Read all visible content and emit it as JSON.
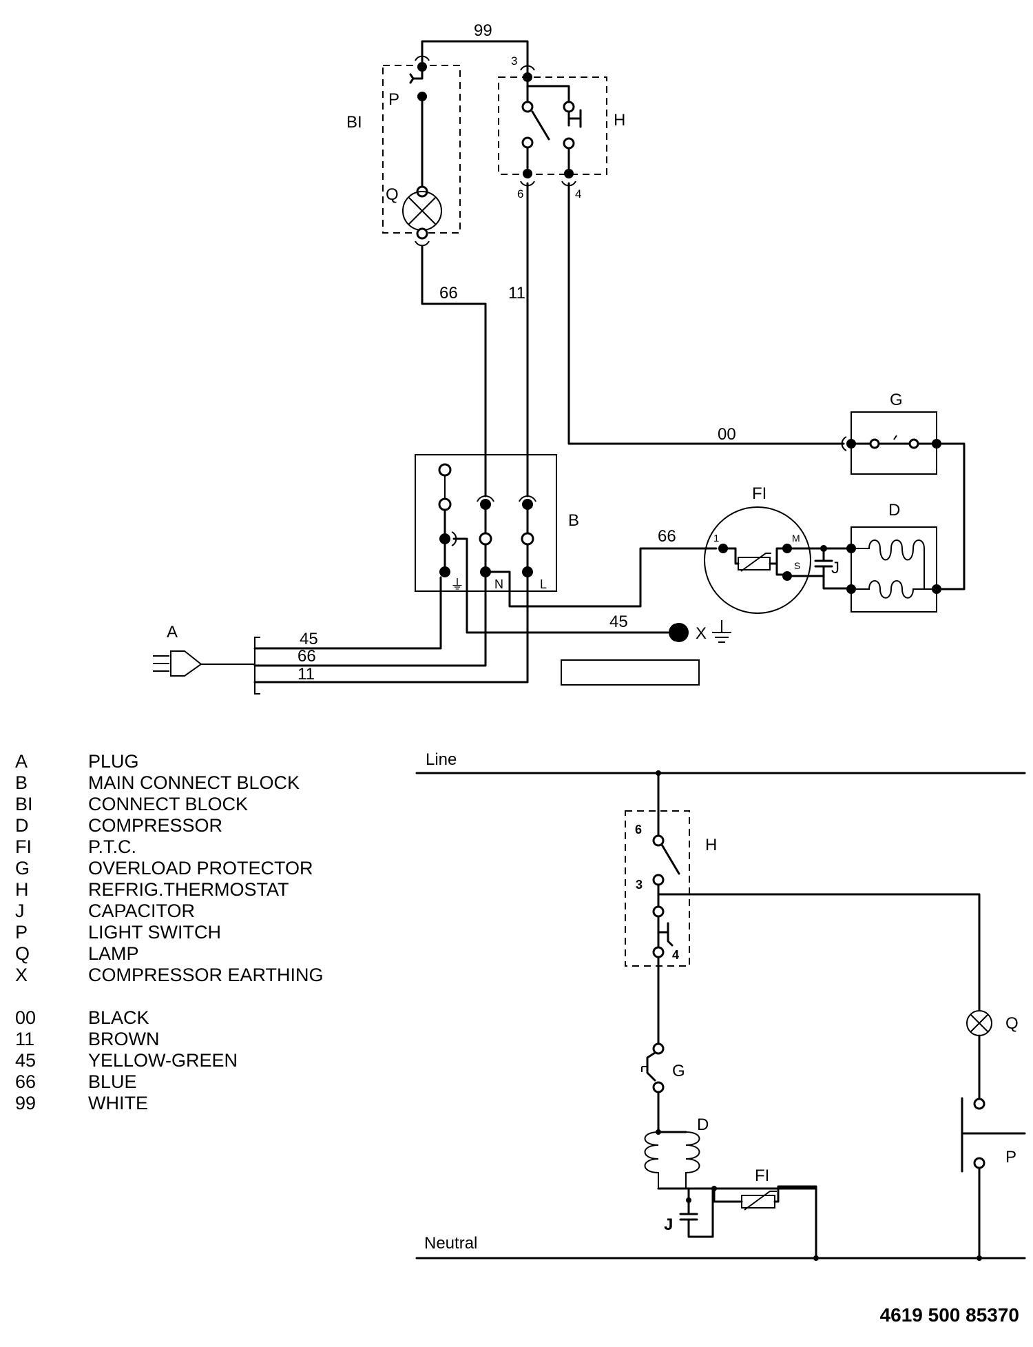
{
  "wiring": {
    "wire_labels": {
      "w99": "99",
      "w66_top": "66",
      "w11_top": "11",
      "w00": "00",
      "w66_ptc": "66",
      "w45_earth": "45",
      "w45_plug": "45",
      "w66_plug": "66",
      "w11_plug": "11"
    },
    "terminals": {
      "h3": "3",
      "h6": "6",
      "h4": "4",
      "n": "N",
      "l": "L",
      "earth": "⏚",
      "ptc_1": "1",
      "ptc_m": "M",
      "ptc_s": "S"
    },
    "components": {
      "bi": "BI",
      "p": "P",
      "q": "Q",
      "h": "H",
      "b": "B",
      "g": "G",
      "fi": "FI",
      "d": "D",
      "j": "J",
      "a": "A",
      "x": "X"
    }
  },
  "schematic": {
    "line": "Line",
    "neutral": "Neutral",
    "terminals": {
      "t6": "6",
      "t3": "3",
      "t4": "4"
    },
    "components": {
      "h": "H",
      "g": "G",
      "d": "D",
      "fi": "FI",
      "j": "J",
      "q": "Q",
      "p": "P"
    }
  },
  "legend": {
    "components": [
      {
        "code": "A",
        "name": "PLUG"
      },
      {
        "code": "B",
        "name": "MAIN CONNECT BLOCK"
      },
      {
        "code": "BI",
        "name": "CONNECT BLOCK"
      },
      {
        "code": "D",
        "name": "COMPRESSOR"
      },
      {
        "code": "FI",
        "name": "P.T.C."
      },
      {
        "code": "G",
        "name": "OVERLOAD PROTECTOR"
      },
      {
        "code": "H",
        "name": "REFRIG.THERMOSTAT"
      },
      {
        "code": "J",
        "name": "CAPACITOR"
      },
      {
        "code": "P",
        "name": "LIGHT SWITCH"
      },
      {
        "code": "Q",
        "name": "LAMP"
      },
      {
        "code": "X",
        "name": "COMPRESSOR EARTHING"
      }
    ],
    "colors": [
      {
        "code": "00",
        "name": "BLACK"
      },
      {
        "code": "11",
        "name": "BROWN"
      },
      {
        "code": "45",
        "name": "YELLOW-GREEN"
      },
      {
        "code": "66",
        "name": "BLUE"
      },
      {
        "code": "99",
        "name": "WHITE"
      }
    ]
  },
  "document_number": "4619 500 85370"
}
